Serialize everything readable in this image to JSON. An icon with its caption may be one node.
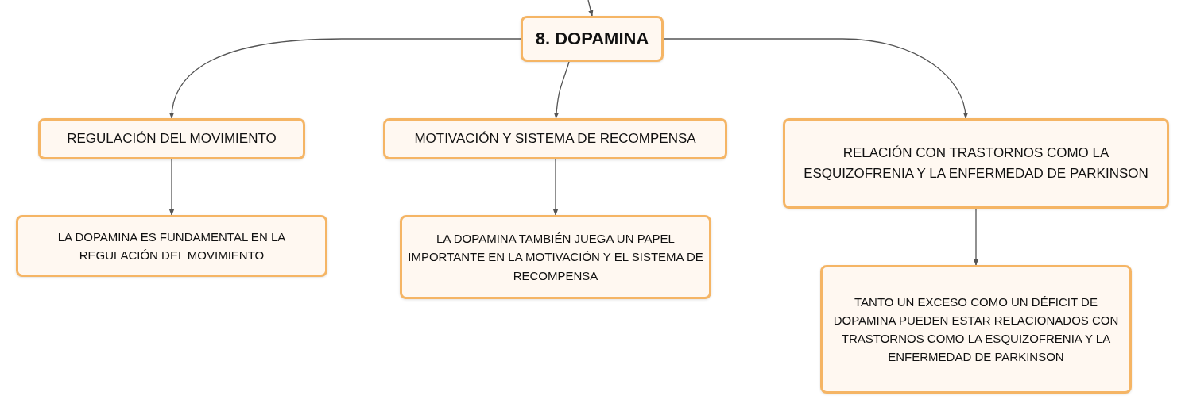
{
  "diagram": {
    "nodes": [
      {
        "text": [
          "8. DOPAMINA"
        ]
      },
      {
        "text": [
          "REGULACIÓN DEL MOVIMIENTO"
        ]
      },
      {
        "text": [
          "MOTIVACIÓN Y SISTEMA DE RECOMPENSA"
        ]
      },
      {
        "text": [
          "RELACIÓN CON TRASTORNOS COMO LA ESQUIZOFRENIA Y LA ENFERMEDAD DE PARKINSON"
        ]
      },
      {
        "text": [
          "LA DOPAMINA ES FUNDAMENTAL EN LA REGULACIÓN DEL MOVIMIENTO"
        ]
      },
      {
        "text": [
          "LA DOPAMINA TAMBIÉN JUEGA UN PAPEL IMPORTANTE EN LA MOTIVACIÓN Y EL SISTEMA DE RECOMPENSA"
        ]
      },
      {
        "text": [
          "TANTO UN EXCESO COMO UN DÉFICIT DE DOPAMINA PUEDEN ESTAR RELACIONADOS CON TRASTORNOS COMO LA ESQUIZOFRENIA Y LA ENFERMEDAD DE PARKINSON"
        ]
      }
    ],
    "edges": [
      {
        "from": null,
        "to": 0,
        "arrow": "to"
      },
      {
        "from": 0,
        "to": 1,
        "arrow": "to"
      },
      {
        "from": 0,
        "to": 2,
        "arrow": "to"
      },
      {
        "from": 0,
        "to": 3,
        "arrow": "to"
      },
      {
        "from": 1,
        "to": 4,
        "arrow": "to"
      },
      {
        "from": 2,
        "to": 5,
        "arrow": "to"
      },
      {
        "from": 3,
        "to": 6,
        "arrow": "to"
      }
    ]
  }
}
